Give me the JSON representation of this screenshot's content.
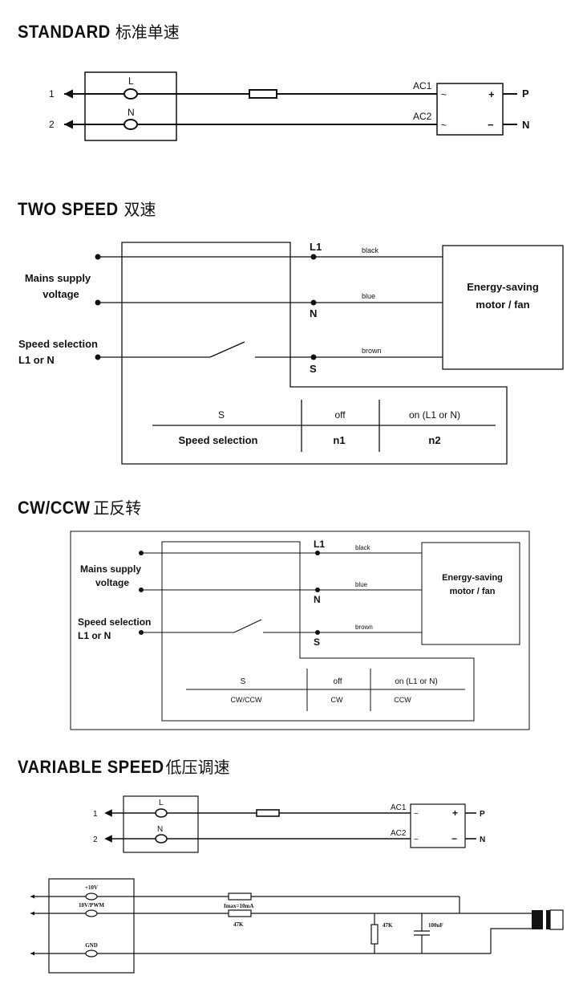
{
  "sections": {
    "standard": {
      "title_en": "STANDARD",
      "title_zh": "标准单速",
      "terminal_1": "1",
      "terminal_2": "2",
      "label_l": "L",
      "label_n": "N",
      "ac1": "AC1",
      "ac2": "AC2",
      "plus": "+",
      "minus": "−",
      "tilde": "~",
      "out_p": "P",
      "out_n": "N"
    },
    "two_speed": {
      "title_en": "TWO SPEED",
      "title_zh": "双速",
      "mains_line1": "Mains supply",
      "mains_line2": "voltage",
      "speed_line1": "Speed selection",
      "speed_line2": "L1 or N",
      "node_l1": "L1",
      "node_n": "N",
      "node_s": "S",
      "wire_black": "black",
      "wire_blue": "blue",
      "wire_brown": "brown",
      "motor_line1": "Energy-saving",
      "motor_line2": "motor / fan",
      "table": {
        "h1": "S",
        "h2": "off",
        "h3": "on (L1 or N)",
        "r1": "Speed selection",
        "r2": "n1",
        "r3": "n2"
      }
    },
    "cw_ccw": {
      "title_en": "CW/CCW",
      "title_zh": "正反转",
      "mains_line1": "Mains supply",
      "mains_line2": "voltage",
      "speed_line1": "Speed selection",
      "speed_line2": "L1 or N",
      "node_l1": "L1",
      "node_n": "N",
      "node_s": "S",
      "wire_black": "black",
      "wire_blue": "blue",
      "wire_brown": "brown",
      "motor_line1": "Energy-saving",
      "motor_line2": "motor / fan",
      "table": {
        "h1": "S",
        "h2": "off",
        "h3": "on (L1 or N)",
        "r1": "CW/CCW",
        "r2": "CW",
        "r3": "CCW"
      }
    },
    "variable": {
      "title_en": "VARIABLE SPEED",
      "title_zh": "低压调速",
      "terminal_1": "1",
      "terminal_2": "2",
      "label_l": "L",
      "label_n": "N",
      "ac1": "AC1",
      "ac2": "AC2",
      "plus": "+",
      "minus": "−",
      "tilde": "~",
      "out_p": "P",
      "out_n": "N",
      "v10": "+10V",
      "pwm": "10V/PWM",
      "gnd": "GND",
      "imax": "Imax=10mA",
      "r47k_a": "47K",
      "r47k_b": "47K",
      "cap": "100uF"
    }
  }
}
